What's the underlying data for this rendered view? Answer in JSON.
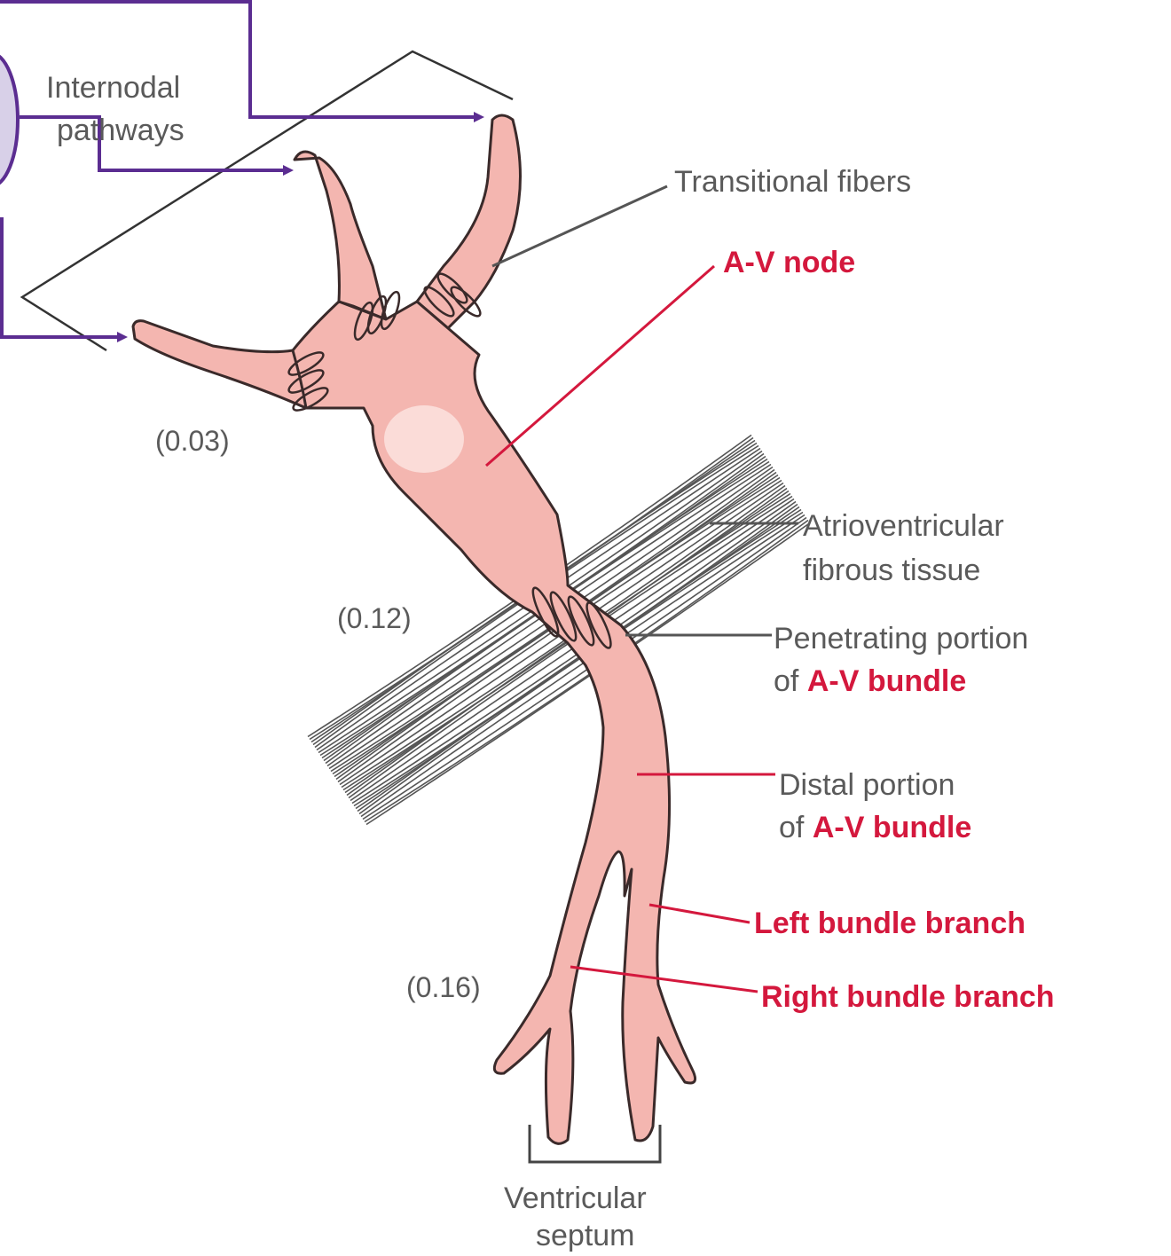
{
  "labels": {
    "internodal_line1": "Internodal",
    "internodal_line2": "pathways",
    "transitional_fibers": "Transitional fibers",
    "av_node": "A-V node",
    "av_fibrous_line1": "Atrioventricular",
    "av_fibrous_line2": "fibrous tissue",
    "penetrating_line1": "Penetrating portion",
    "penetrating_of": "of ",
    "penetrating_red": "A-V bundle",
    "distal_line1": "Distal portion",
    "distal_of": "of ",
    "distal_red": "A-V bundle",
    "left_branch": "Left bundle branch",
    "right_branch": "Right bundle branch",
    "septum_line1": "Ventricular",
    "septum_line2": "septum"
  },
  "timings": {
    "t1": "(0.03)",
    "t2": "(0.12)",
    "t3": "(0.16)"
  },
  "colors": {
    "tissue": "#f4b6b0",
    "red_label": "#d4183d",
    "arrow": "#5b2d91",
    "circle_fill": "#d8d0e8"
  }
}
